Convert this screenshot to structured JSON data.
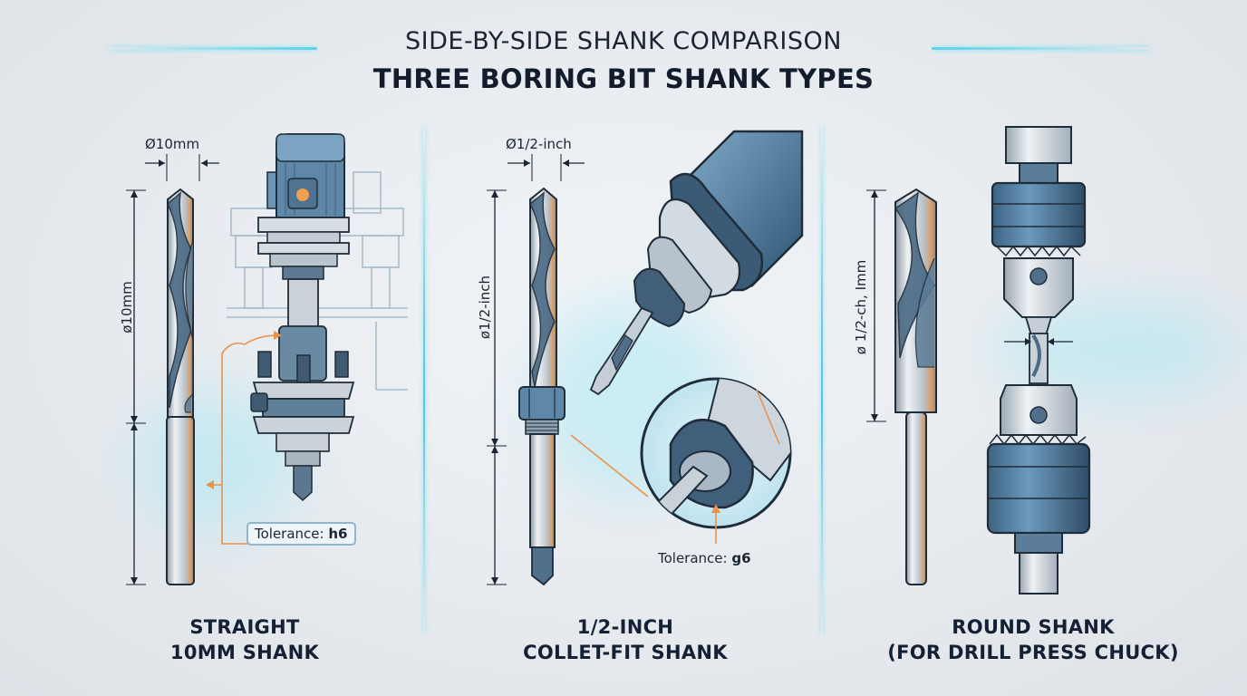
{
  "header": {
    "title_line1": "SIDE-BY-SIDE SHANK COMPARISON",
    "title_line2": "THREE BORING BIT SHANK TYPES"
  },
  "panels": [
    {
      "id": "straight",
      "top_dimension": "Ø10mm",
      "side_dimension": "ø10mm",
      "tolerance_label": "Tolerance:",
      "tolerance_value": "h6",
      "caption_line1": "STRAIGHT",
      "caption_line2": "10MM SHANK",
      "illustration": "spindle-with-tool-holder"
    },
    {
      "id": "collet",
      "top_dimension": "Ø1/2-inch",
      "side_dimension": "ø1/2-inch",
      "tolerance_label": "Tolerance:",
      "tolerance_value": "g6",
      "caption_line1": "1/2-INCH",
      "caption_line2": "COLLET-FIT SHANK",
      "illustration": "collet-chuck-with-detail-magnifier"
    },
    {
      "id": "round",
      "side_dimension": "ø 1/2-ch, Imm",
      "caption_line1": "ROUND SHANK",
      "caption_line2": "(FOR DRILL PRESS CHUCK)",
      "illustration": "drill-press-keyed-chucks"
    }
  ],
  "colors": {
    "accent_cyan": "#5ed2e6",
    "steel_blue": "#4f7f9f",
    "dark_blue": "#2e4a63",
    "silver": "#c9d1d8",
    "callout_orange": "#e8924a",
    "motor_dot": "#f0a050",
    "text_dark": "#142033"
  }
}
